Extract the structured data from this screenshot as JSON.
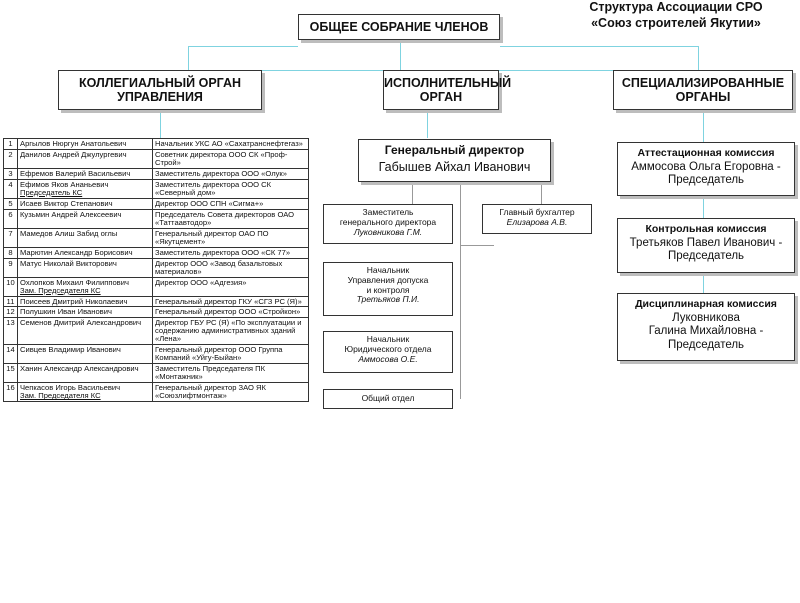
{
  "title": {
    "line1": "Структура Ассоциации СРО",
    "line2": "«Союз строителей Якутии»"
  },
  "root": {
    "label": "ОБЩЕЕ СОБРАНИЕ ЧЛЕНОВ"
  },
  "branches": {
    "collegial": {
      "line1": "КОЛЛЕГИАЛЬНЫЙ ОРГАН",
      "line2": "УПРАВЛЕНИЯ"
    },
    "executive": {
      "line1": "ИСПОЛНИТЕЛЬНЫЙ",
      "line2": "ОРГАН"
    },
    "specialized": {
      "line1": "СПЕЦИАЛИЗИРОВАННЫЕ",
      "line2": "ОРГАНЫ"
    }
  },
  "members": [
    {
      "n": "1",
      "name": "Аргылов Нюргун Анатольевич",
      "note": "",
      "position": "Начальник УКС АО «Сахатранснефтегаз»"
    },
    {
      "n": "2",
      "name": "Данилов Андрей Джулургевич",
      "note": "",
      "position": "Советник директора ООО СК «Проф-Строй»"
    },
    {
      "n": "3",
      "name": "Ефремов Валерий Васильевич",
      "note": "",
      "position": "Заместитель директора ООО «Олук»"
    },
    {
      "n": "4",
      "name": "Ефимов Яков Ананьевич",
      "note": "Председатель КС",
      "position": "Заместитель директора ООО СК «Северный дом»"
    },
    {
      "n": "5",
      "name": "Исаев Виктор Степанович",
      "note": "",
      "position": "Директор ООО СПН «Сигма+»"
    },
    {
      "n": "6",
      "name": "Кузьмин Андрей Алексеевич",
      "note": "",
      "position": "Председатель Совета директоров ОАО «Таттаавтодор»"
    },
    {
      "n": "7",
      "name": "Мамедов Алиш Забид оглы",
      "note": "",
      "position": "Генеральный директор ОАО ПО «Якутцемент»"
    },
    {
      "n": "8",
      "name": "Марютин Александр Борисович",
      "note": "",
      "position": "Заместитель директора ООО «СК 77»"
    },
    {
      "n": "9",
      "name": "Матус Николай Викторович",
      "note": "",
      "position": "Директор ООО «Завод базальтовых материалов»"
    },
    {
      "n": "10",
      "name": "Охлопков Михаил Филиппович",
      "note": "Зам. Председателя КС",
      "position": "Директор ООО «Адгезия»"
    },
    {
      "n": "11",
      "name": "Поисеев Дмитрий Николаевич",
      "note": "",
      "position": "Генеральный директор ГКУ «СГЗ РС (Я)»"
    },
    {
      "n": "12",
      "name": "Полушкин Иван Иванович",
      "note": "",
      "position": "Генеральный директор ООО «Стройкон»"
    },
    {
      "n": "13",
      "name": "Семенов Дмитрий Александрович",
      "note": "",
      "position": "Директор ГБУ РС (Я) «По эксплуатации и содержанию административных зданий «Лена»"
    },
    {
      "n": "14",
      "name": "Сивцев Владимир Иванович",
      "note": "",
      "position": "Генеральный директор ООО Группа Компаний «Уйгу-Быйан»"
    },
    {
      "n": "15",
      "name": "Ханин Александр Александрович",
      "note": "",
      "position": "Заместитель Председателя ПК «Монтажник»"
    },
    {
      "n": "16",
      "name": "Чепкасов Игорь Васильевич",
      "note": "Зам. Председателя КС",
      "position": "Генеральный директор ЗАО ЯК «Союзлифтмонтаж»"
    }
  ],
  "executive": {
    "director": {
      "title": "Генеральный директор",
      "name": "Габышев Айхал Иванович"
    },
    "deputy": {
      "line1": "Заместитель",
      "line2": "генерального директора",
      "name": "Луковникова Г.М."
    },
    "accountant": {
      "line1": "Главный бухгалтер",
      "name": "Елизарова А.В."
    },
    "admission": {
      "line1": "Начальник",
      "line2": "Управления допуска",
      "line3": "и контроля",
      "name": "Третьяков П.И."
    },
    "legal": {
      "line1": "Начальник",
      "line2": "Юридического отдела",
      "name": "Аммосова О.Е."
    },
    "general": {
      "line1": "Общий отдел"
    }
  },
  "committees": {
    "attestation": {
      "title": "Аттестационная комиссия",
      "line1": "Аммосова Ольга Егоровна -",
      "line2": "Председатель"
    },
    "control": {
      "title": "Контрольная комиссия",
      "line1": "Третьяков Павел Иванович -",
      "line2": "Председатель"
    },
    "disciplinary": {
      "title": "Дисциплинарная комиссия",
      "line1": "Луковникова",
      "line2": "Галина Михайловна -",
      "line3": "Председатель"
    }
  }
}
